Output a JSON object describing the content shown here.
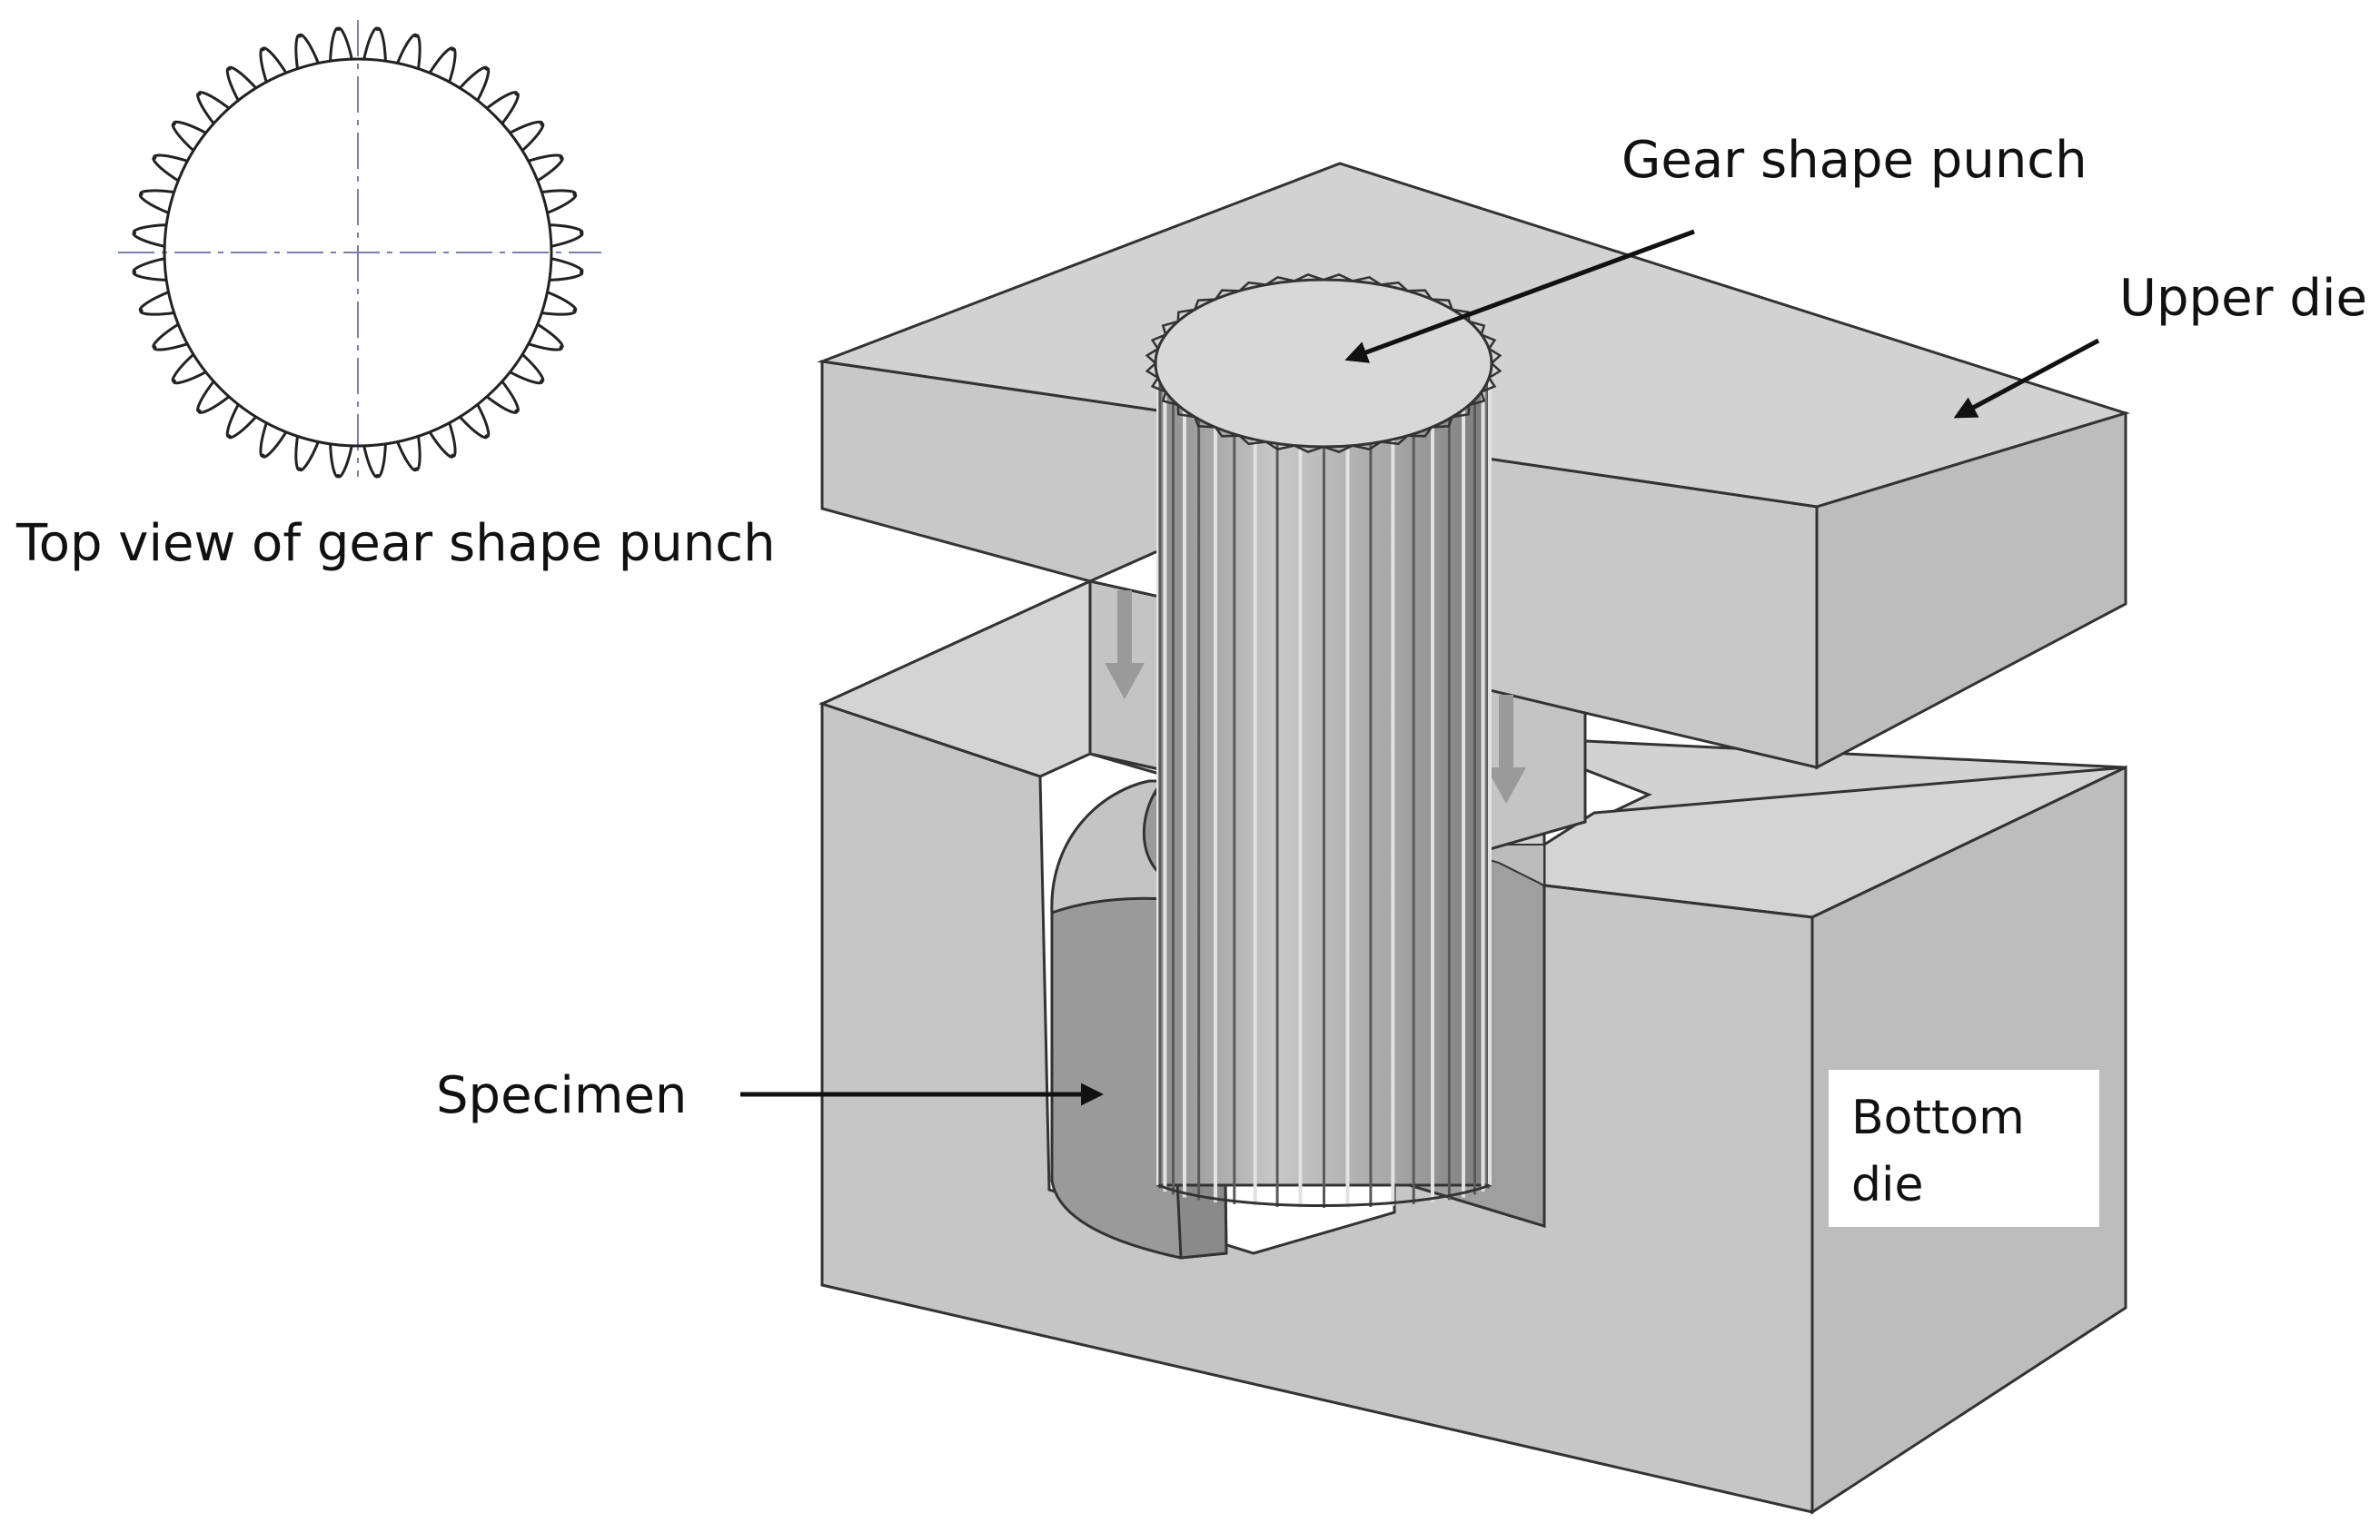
{
  "labels": {
    "top_view": "Top view of gear shape punch",
    "gear_punch": "Gear shape punch",
    "upper_die": "Upper die",
    "specimen": "Specimen",
    "bottom_die_line1": "Bottom",
    "bottom_die_line2": "die"
  },
  "gear": {
    "tooth_count": 36
  },
  "colors": {
    "background": "#ffffff",
    "die_top": "#d2d2d2",
    "die_front": "#c6c6c6",
    "die_side": "#bdbdbd",
    "specimen": "#9a9a9a",
    "specimen_top": "#c4c4c4",
    "punch_light": "#bfbfbf",
    "punch_dark": "#5a5a5a",
    "outline": "#333333",
    "arrow": "#111111",
    "flow_arrow": "#9a9a9a",
    "centerline": "#7a7fb0"
  }
}
